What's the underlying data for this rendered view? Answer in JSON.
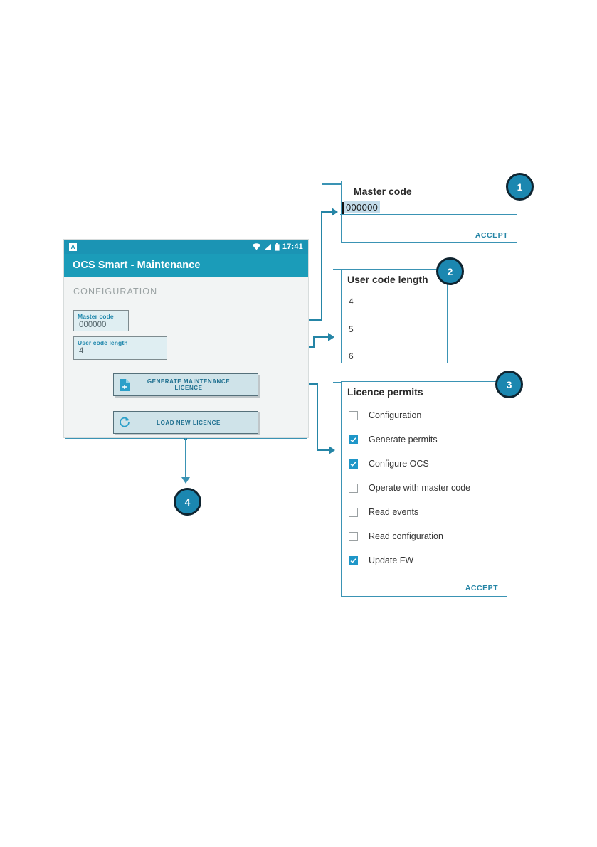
{
  "phone": {
    "statusbar": {
      "app_icon": "android-app-icon",
      "icons": [
        "wifi-icon",
        "signal-icon",
        "battery-icon"
      ],
      "time": "17:41"
    },
    "appbar": {
      "title": "OCS Smart - Maintenance"
    },
    "section_header": "CONFIGURATION",
    "fields": [
      {
        "label": "Master code",
        "value": "000000",
        "name": "master-code-field"
      },
      {
        "label": "User code length",
        "value": "4",
        "name": "user-code-length-field"
      }
    ],
    "buttons": [
      {
        "label": "GENERATE MAINTENANCE LICENCE",
        "icon": "file-plus-icon",
        "name": "generate-maintenance-licence-button"
      },
      {
        "label": "LOAD NEW LICENCE",
        "icon": "refresh-icon",
        "name": "load-new-licence-button"
      }
    ]
  },
  "dialogs": {
    "master_code": {
      "title": "Master code",
      "value": "000000",
      "accept_label": "ACCEPT",
      "badge": "1"
    },
    "user_code_length": {
      "title": "User code length",
      "options": [
        "4",
        "5",
        "6"
      ],
      "badge": "2"
    },
    "licence_permits": {
      "title": "Licence permits",
      "accept_label": "ACCEPT",
      "badge": "3",
      "items": [
        {
          "label": "Configuration",
          "checked": false
        },
        {
          "label": "Generate permits",
          "checked": true
        },
        {
          "label": "Configure OCS",
          "checked": true
        },
        {
          "label": "Operate with master code",
          "checked": false
        },
        {
          "label": "Read events",
          "checked": false
        },
        {
          "label": "Read configuration",
          "checked": false
        },
        {
          "label": "Update FW",
          "checked": true
        }
      ]
    }
  },
  "badges": {
    "four": "4"
  },
  "colors": {
    "appbar": "#1b9cb9",
    "statusbar": "#1b94b4",
    "connector": "#2585a6",
    "badge_fill": "#1b87b0",
    "badge_ring": "#0f2430",
    "checkbox_on": "#1e96c8",
    "field_fill": "#dfeef2",
    "button_fill": "#cfe3e9",
    "accept_text": "#2585a6"
  }
}
